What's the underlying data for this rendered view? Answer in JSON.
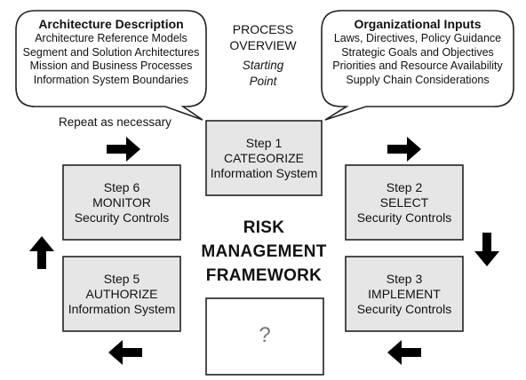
{
  "left_bubble": {
    "title": "Architecture Description",
    "lines": [
      "Architecture Reference Models",
      "Segment and Solution Architectures",
      "Mission and Business Processes",
      "Information System Boundaries"
    ]
  },
  "right_bubble": {
    "title": "Organizational Inputs",
    "lines": [
      "Laws, Directives, Policy Guidance",
      "Strategic Goals and Objectives",
      "Priorities and Resource Availability",
      "Supply Chain Considerations"
    ]
  },
  "process_overview": {
    "line1": "PROCESS",
    "line2": "OVERVIEW",
    "line3": "Starting",
    "line4": "Point"
  },
  "repeat_label": "Repeat as necessary",
  "center_title": {
    "line1": "RISK",
    "line2": "MANAGEMENT",
    "line3": "FRAMEWORK"
  },
  "steps": [
    {
      "step": "Step 1",
      "action": "CATEGORIZE",
      "object": "Information System"
    },
    {
      "step": "Step 2",
      "action": "SELECT",
      "object": "Security Controls"
    },
    {
      "step": "Step 3",
      "action": "IMPLEMENT",
      "object": "Security Controls"
    },
    {
      "step": "Step 5",
      "action": "AUTHORIZE",
      "object": "Information System"
    },
    {
      "step": "Step 6",
      "action": "MONITOR",
      "object": "Security Controls"
    }
  ],
  "missing_step_placeholder": "?"
}
